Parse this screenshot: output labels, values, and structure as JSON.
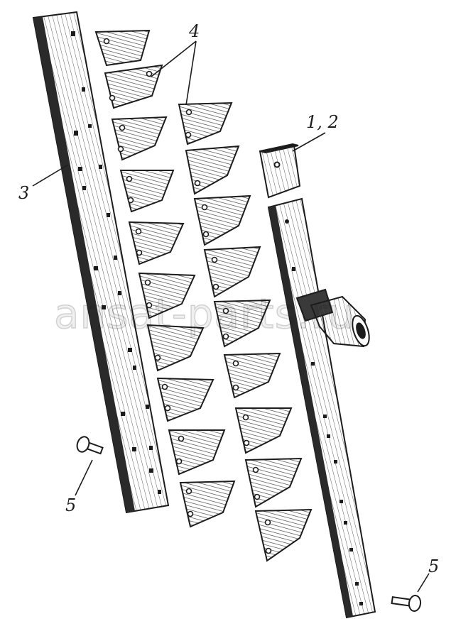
{
  "diagram": {
    "callouts": {
      "part_4": "4",
      "part_1_2": "1, 2",
      "part_3": "3",
      "part_5_left": "5",
      "part_5_right": "5"
    },
    "watermark": "ansat-parts.ru",
    "colors": {
      "ink": "#1c1c1c",
      "hatch": "#3a3a3a",
      "paper": "#ffffff"
    }
  }
}
